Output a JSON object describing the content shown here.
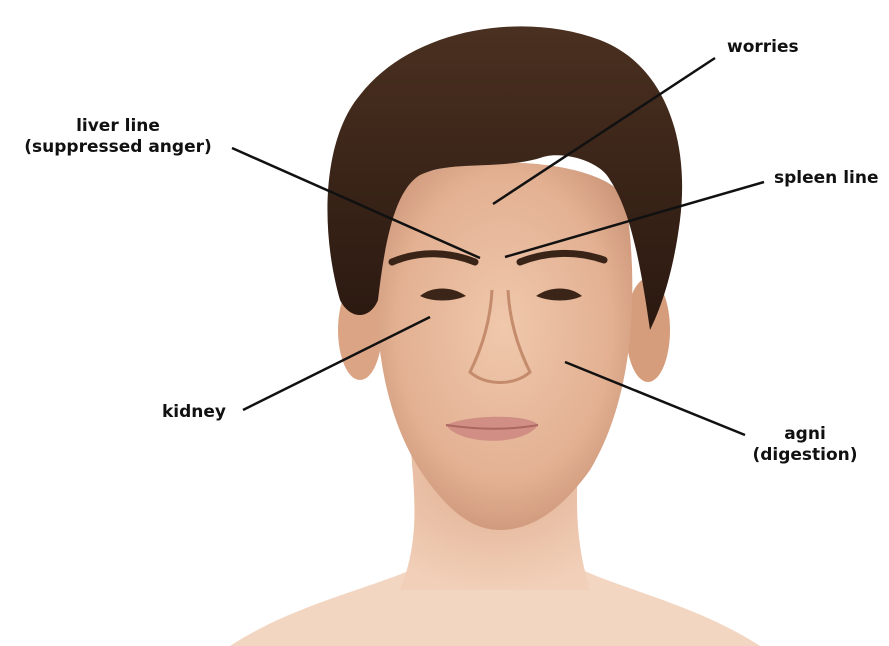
{
  "figure": {
    "subject": "face-illustration"
  },
  "labels": {
    "liver": {
      "line1": "liver line",
      "line2": "(suppressed anger)"
    },
    "worries": {
      "line1": "worries"
    },
    "spleen": {
      "line1": "spleen line"
    },
    "kidney": {
      "line1": "kidney"
    },
    "agni": {
      "line1": "agni",
      "line2": "(digestion)"
    }
  },
  "colors": {
    "background": "#ffffff",
    "label_text": "#111111",
    "leader_line": "#111111",
    "hair": "#3a2418",
    "skin": "#e8b99a"
  }
}
